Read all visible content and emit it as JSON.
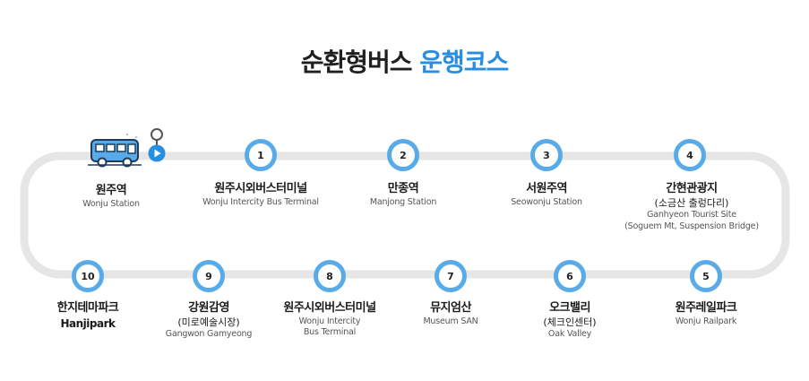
{
  "title": {
    "part1": "순환형버스",
    "part2": "운행코스"
  },
  "colors": {
    "accent": "#2a8ee0",
    "ring": "#58abe8",
    "track": "#e6e6e6"
  },
  "origin": {
    "name": "원주역",
    "en": "Wonju Station"
  },
  "stops": [
    {
      "num": "1",
      "name": "원주시외버스터미널",
      "en": "Wonju Intercity Bus Terminal"
    },
    {
      "num": "2",
      "name": "만종역",
      "en": "Manjong Station"
    },
    {
      "num": "3",
      "name": "서원주역",
      "en": "Seowonju Station"
    },
    {
      "num": "4",
      "name": "간현관광지",
      "sub": "(소금산 출렁다리)",
      "en": "Ganhyeon Tourist Site",
      "en2": "(Soguem Mt, Suspension Bridge)"
    },
    {
      "num": "5",
      "name": "원주레일파크",
      "en": "Wonju Railpark"
    },
    {
      "num": "6",
      "name": "오크밸리",
      "sub": "(체크인센터)",
      "en": "Oak Valley"
    },
    {
      "num": "7",
      "name": "뮤지엄산",
      "en": "Museum SAN"
    },
    {
      "num": "8",
      "name": "원주시외버스터미널",
      "en": "Wonju Intercity",
      "en2": "Bus Terminal"
    },
    {
      "num": "9",
      "name": "강원감영",
      "sub": "(미로예술시장)",
      "en": "Gangwon Gamyeong"
    },
    {
      "num": "10",
      "name": "한지테마파크",
      "sub": "Hanjipark"
    }
  ],
  "icons": {
    "origin": "bus-icon",
    "start": "start-pin-icon",
    "play": "play-icon"
  }
}
